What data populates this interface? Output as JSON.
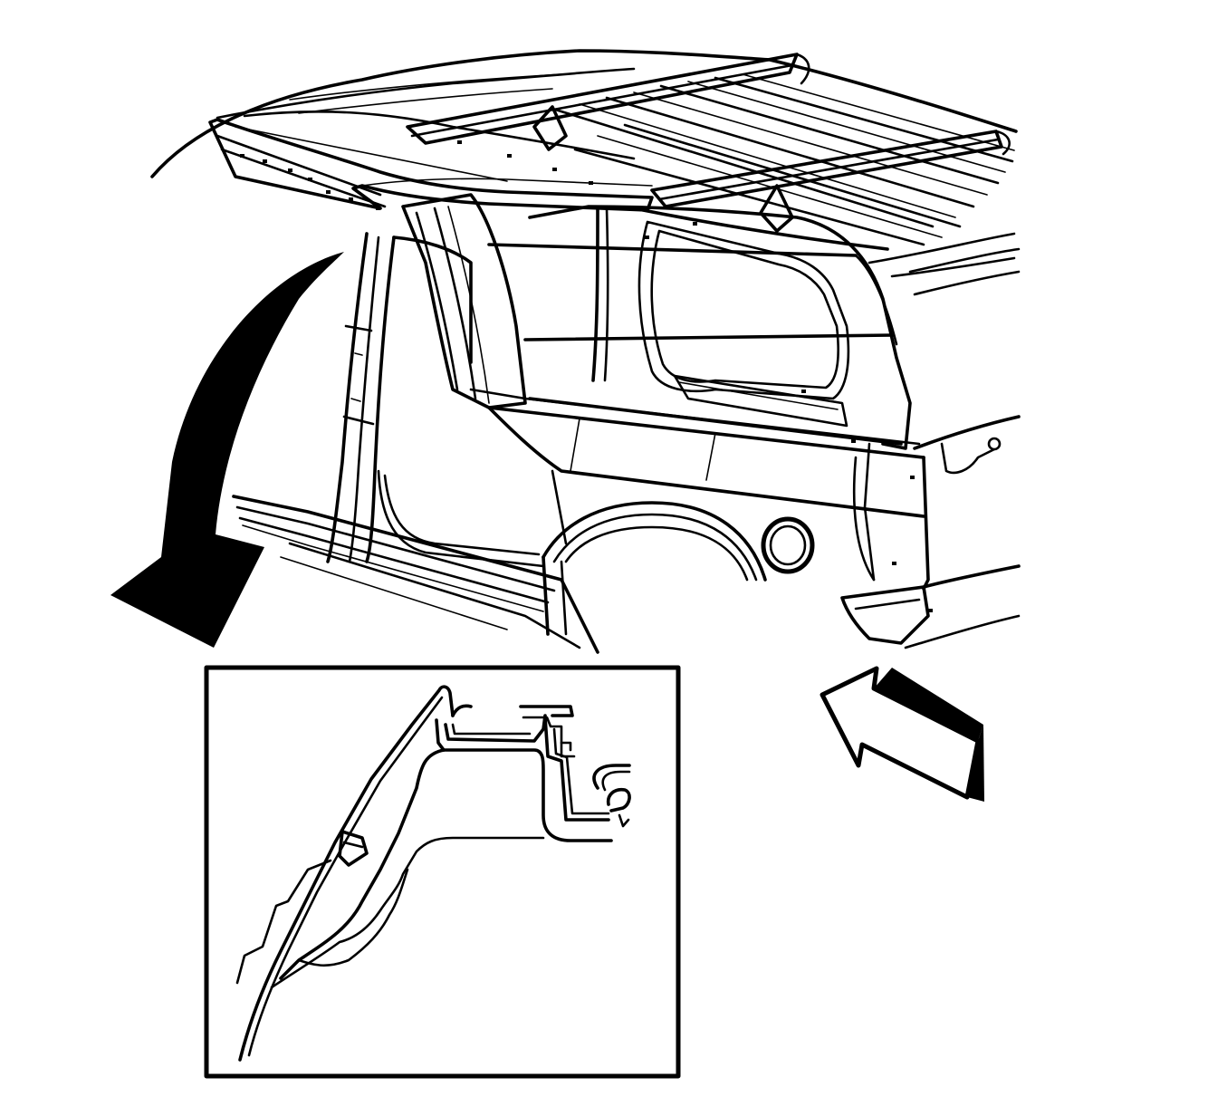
{
  "figure": {
    "kind": "service illustration",
    "background_color": "#ffffff",
    "line_color": "#000000",
    "labels": []
  },
  "parts": {
    "vehicle": "vehicle-body-rear-quarter",
    "roof": "roof-panel-with-rails",
    "side_rail": "roof-side-rail",
    "pillar": "center-pillar",
    "window_opening": "rear-quarter-window-opening",
    "wheelhouse": "rear-wheelhouse",
    "fuel_door": "fuel-filler-door",
    "inset": "detail-inset",
    "inset_section": "roof-rail-cross-section"
  },
  "arrows": {
    "callout": "curved-callout-arrow",
    "view": "view-direction-arrow"
  }
}
